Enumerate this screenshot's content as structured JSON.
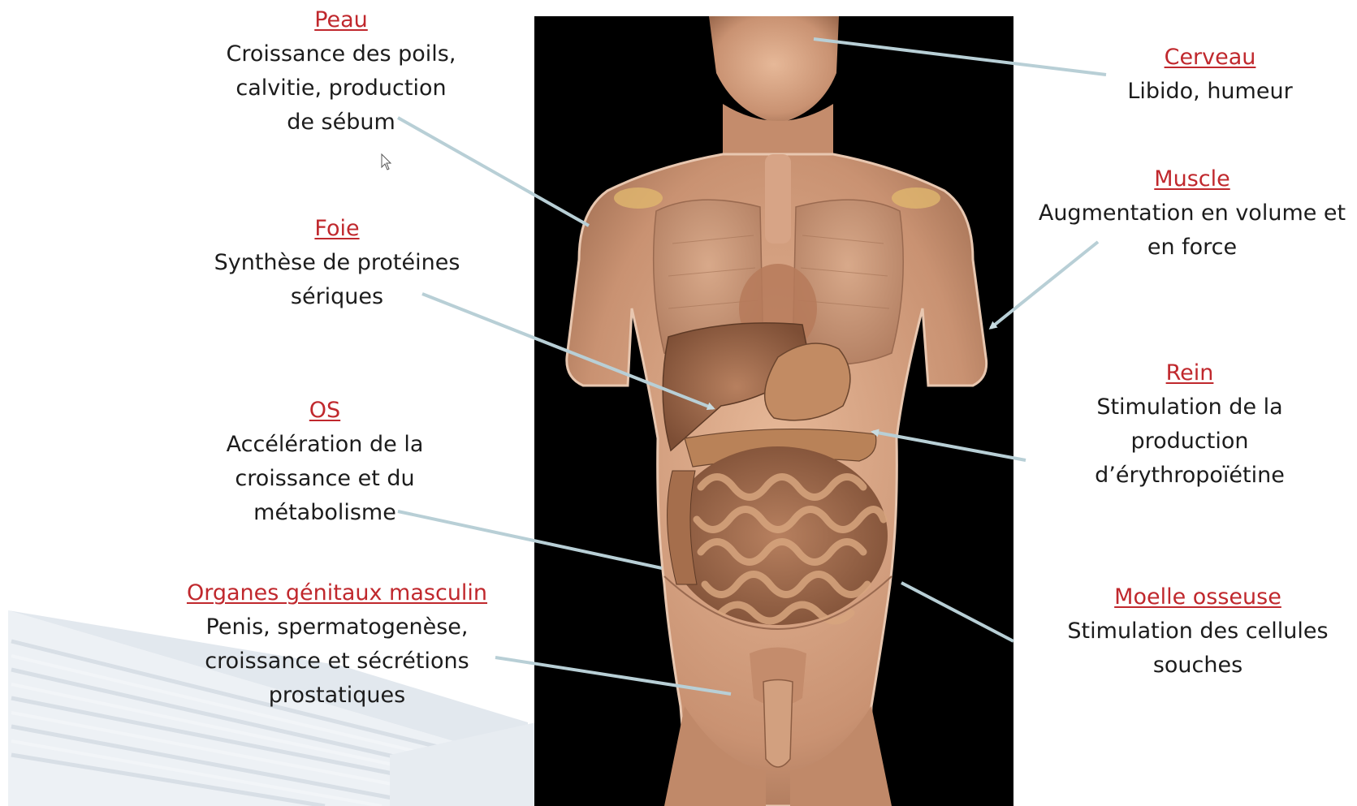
{
  "colors": {
    "title": "#c0282d",
    "text": "#1c1c1c",
    "figure_bg": "#000000",
    "skin": "#d9a888",
    "pointer_line": "#b8cfd6"
  },
  "icons": {
    "cursor": "mouse-pointer-icon"
  },
  "labels": {
    "peau": {
      "title": "Peau",
      "lines": [
        "Croissance des poils,",
        "calvitie, production",
        "de sébum"
      ]
    },
    "foie": {
      "title": "Foie",
      "lines": [
        "Synthèse de protéines",
        "sériques"
      ]
    },
    "os": {
      "title": "OS",
      "lines": [
        "Accélération de la",
        "croissance et du",
        "métabolisme"
      ]
    },
    "organes": {
      "title": "Organes génitaux masculin",
      "lines": [
        "Penis, spermatogenèse,",
        "croissance et sécrétions",
        "prostatiques"
      ]
    },
    "cerveau": {
      "title": "Cerveau",
      "lines": [
        "Libido, humeur"
      ]
    },
    "muscle": {
      "title": "Muscle",
      "lines": [
        "Augmentation en volume et",
        "en force"
      ]
    },
    "rein": {
      "title": "Rein",
      "lines": [
        "Stimulation de la",
        "production",
        "d’érythropoïétine"
      ]
    },
    "moelle": {
      "title": "Moelle osseuse",
      "lines": [
        "Stimulation des cellules",
        "souches"
      ]
    }
  }
}
